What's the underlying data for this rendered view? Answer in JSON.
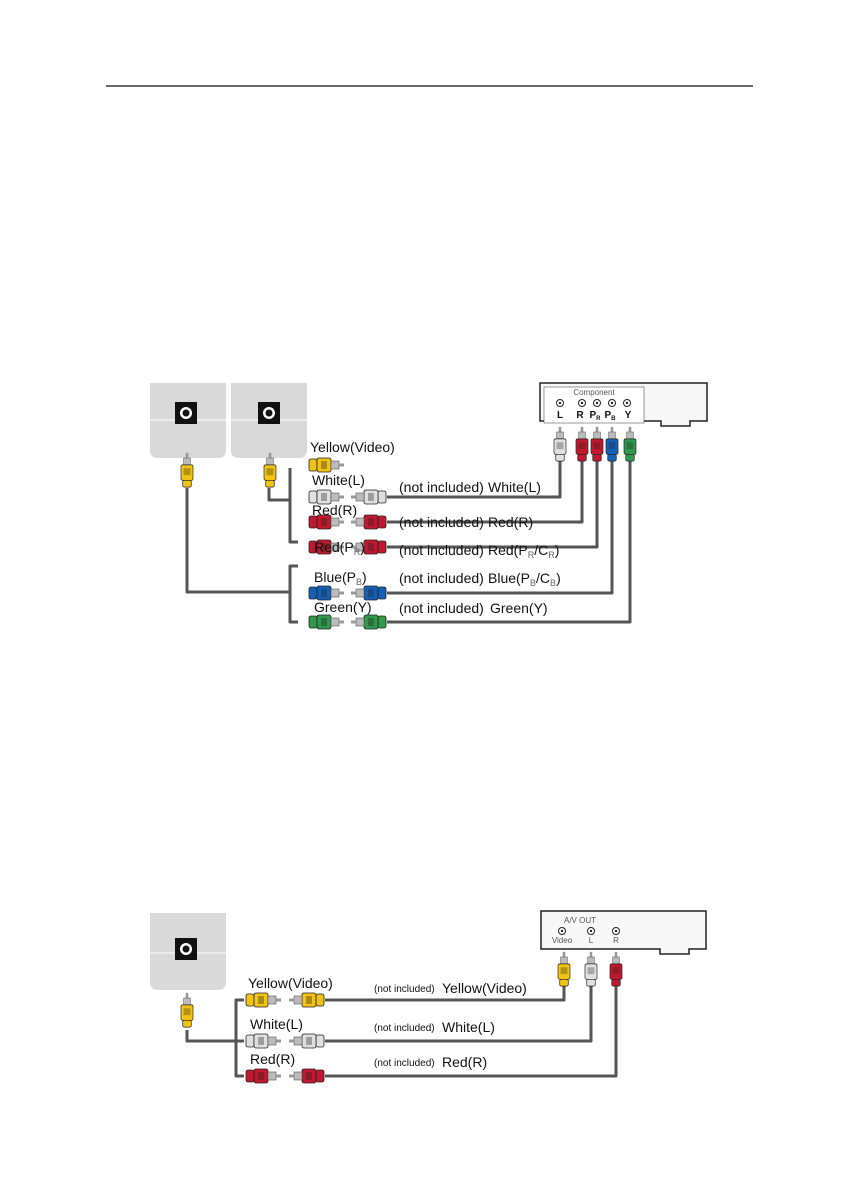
{
  "diagram1": {
    "panel": {
      "group_label": "Component",
      "jacks": [
        "L",
        "R",
        "P",
        "P",
        "Y"
      ],
      "jack_subs": [
        "",
        "",
        "R",
        "B",
        ""
      ]
    },
    "left_labels": [
      {
        "main": "Yellow(Video)",
        "sub": "",
        "tail": ""
      },
      {
        "main": "White(L)",
        "sub": "",
        "tail": ""
      },
      {
        "main": "Red(R)",
        "sub": "",
        "tail": ""
      },
      {
        "main": "Red(P",
        "sub": "R",
        "tail": ")"
      },
      {
        "main": "Blue(P",
        "sub": "B",
        "tail": ")"
      },
      {
        "main": "Green(Y)",
        "sub": "",
        "tail": ""
      }
    ],
    "not_included": "(not included)",
    "right_labels": [
      {
        "main": "White(L)",
        "sub1": "",
        "mid": "",
        "sub2": "",
        "tail": ""
      },
      {
        "main": "Red(R)",
        "sub1": "",
        "mid": "",
        "sub2": "",
        "tail": ""
      },
      {
        "main": "Red(P",
        "sub1": "R",
        "mid": "/C",
        "sub2": "R",
        "tail": ")"
      },
      {
        "main": "Blue(P",
        "sub1": "B",
        "mid": "/C",
        "sub2": "B",
        "tail": ")"
      },
      {
        "main": "Green(Y)",
        "sub1": "",
        "mid": "",
        "sub2": "",
        "tail": ""
      }
    ]
  },
  "diagram2": {
    "panel": {
      "group_label": "A/V OUT",
      "jacks": [
        "Video",
        "L",
        "R"
      ]
    },
    "left_labels": [
      "Yellow(Video)",
      "White(L)",
      "Red(R)"
    ],
    "not_included": "(not included)",
    "right_labels": [
      "Yellow(Video)",
      "White(L)",
      "Red(R)"
    ]
  },
  "colors": {
    "yellow": "#f2c312",
    "white": "#e6e6e6",
    "red": "#c0182e",
    "blue": "#1560b5",
    "green": "#2e9a4a",
    "cable": "#555555",
    "device": "#d9d9d9"
  }
}
